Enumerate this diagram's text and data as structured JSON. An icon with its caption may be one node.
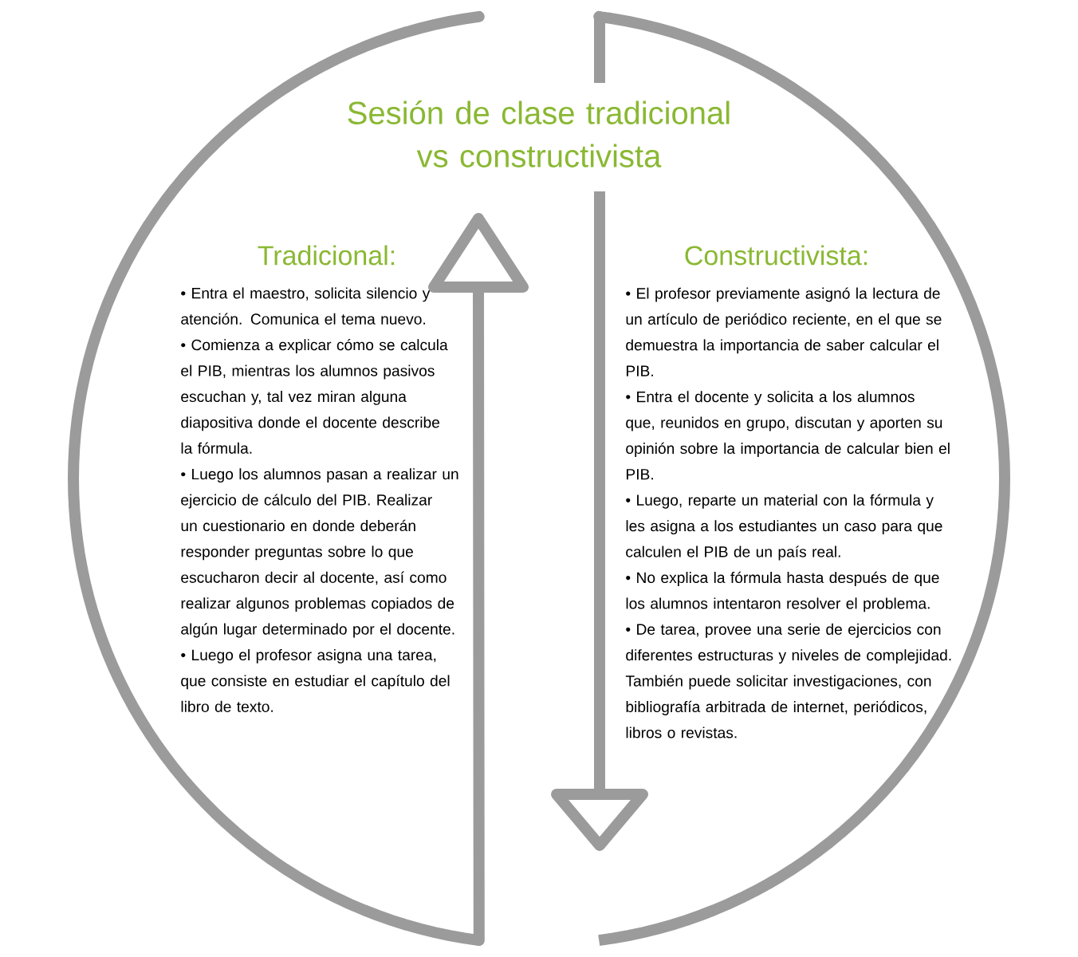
{
  "diagram": {
    "title": "Sesión de clase tradicional vs constructivista",
    "nodes": [
      {
        "text": [
          "Tradicional:",
          "• Entra el maestro, solicita silencio y atención. Comunica el tema nuevo.",
          "• Comienza a explicar cómo se calcula el PIB, mientras los alumnos pasivos escuchan y, tal vez miran alguna diapositiva donde el docente describe la fórmula.",
          "• Luego los alumnos pasan a realizar un ejercicio de cálculo del PIB. Realizar un cuestionario en donde deberán responder preguntas sobre lo que escucharon decir al docente, así como realizar algunos problemas copiados de algún lugar determinado por el docente.",
          "• Luego el profesor asigna una tarea, que consiste en estudiar el capítulo del libro de texto."
        ]
      },
      {
        "text": [
          "Constructivista:",
          "• El profesor previamente asignó la lectura de un artículo de periódico reciente, en el que se demuestra la importancia de saber calcular el PIB.",
          "• Entra el docente y solicita a los alumnos que, reunidos en grupo, discutan y aporten su opinión sobre la importancia de calcular bien el PIB.",
          "• Luego, reparte un material con la fórmula y les asigna a los estudiantes un caso para que calculen el PIB de un país real.",
          "• No explica la fórmula hasta después de que los alumnos intentaron resolver el problema.",
          "• De tarea, provee una serie de ejercicios con diferentes estructuras y niveles de complejidad. También puede solicitar investigaciones, con bibliografía arbitrada de internet, periódicos, libros o revistas."
        ]
      }
    ]
  }
}
